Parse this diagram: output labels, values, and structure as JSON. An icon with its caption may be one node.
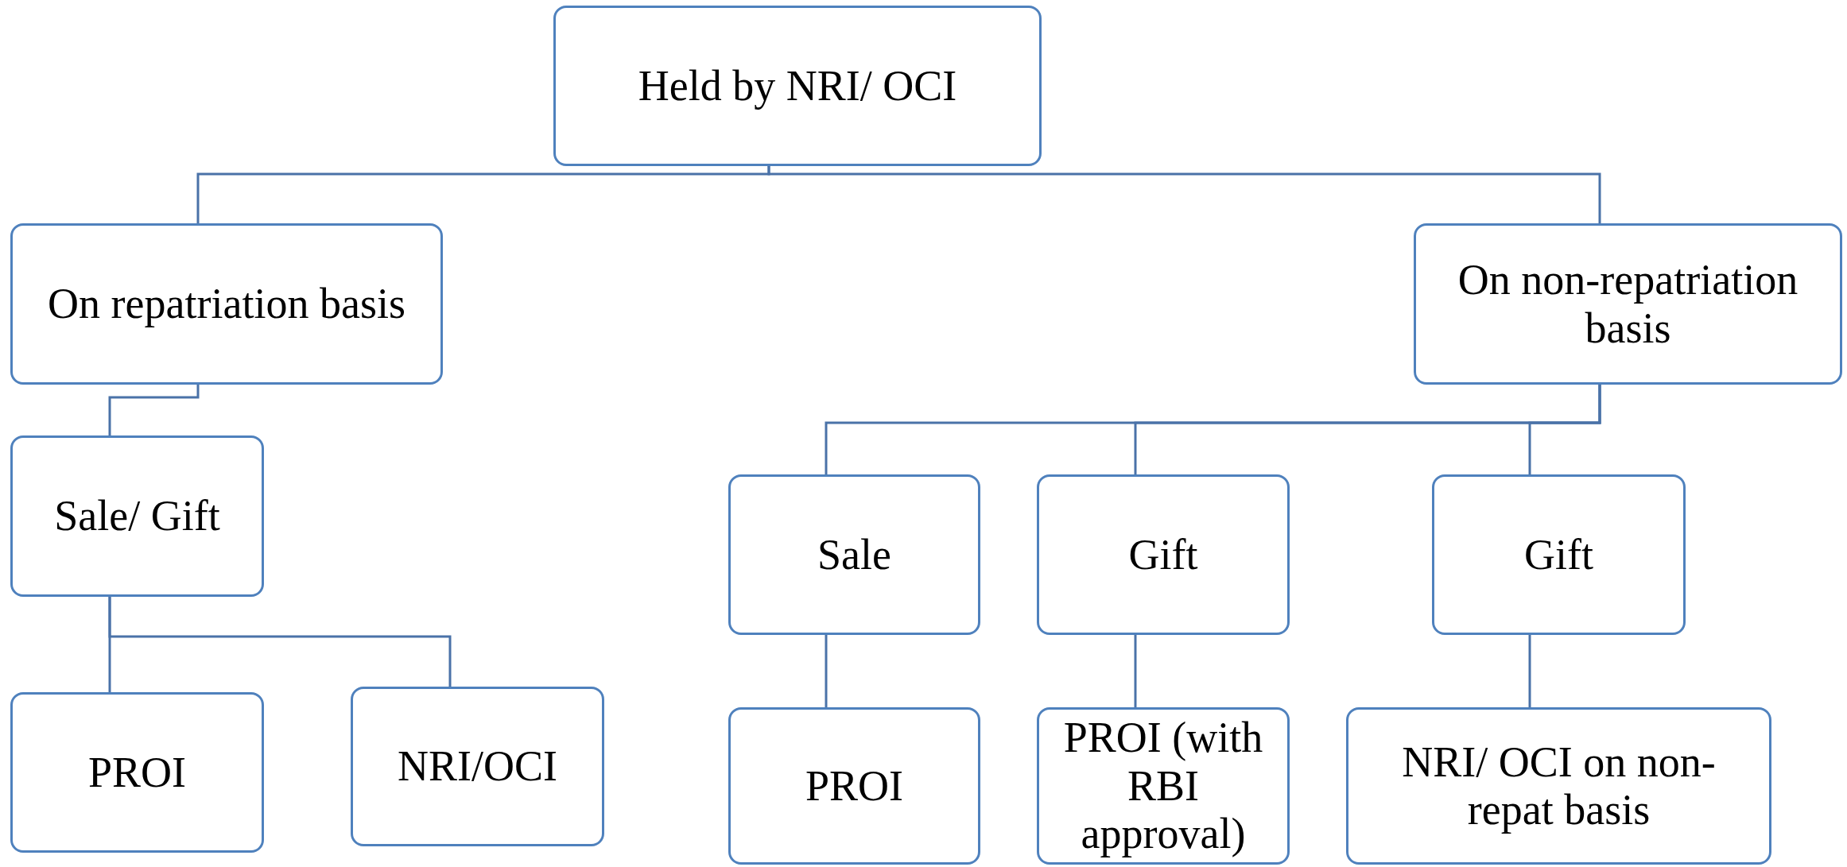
{
  "diagram": {
    "nodes": [
      {
        "text": [
          "Held by NRI/ OCI"
        ]
      },
      {
        "text": [
          "On repatriation basis"
        ]
      },
      {
        "text": [
          "On non-repatriation basis"
        ]
      },
      {
        "text": [
          "Sale/ Gift"
        ]
      },
      {
        "text": [
          "PROI"
        ]
      },
      {
        "text": [
          "NRI/OCI"
        ]
      },
      {
        "text": [
          "Sale"
        ]
      },
      {
        "text": [
          "Gift"
        ]
      },
      {
        "text": [
          "Gift"
        ]
      },
      {
        "text": [
          "PROI"
        ]
      },
      {
        "text": [
          "PROI (with RBI approval)"
        ]
      },
      {
        "text": [
          "NRI/ OCI on non-repat basis"
        ]
      }
    ],
    "edges": [
      {
        "from": 0,
        "to": 1,
        "arrow": "none"
      },
      {
        "from": 0,
        "to": 2,
        "arrow": "none"
      },
      {
        "from": 1,
        "to": 3,
        "arrow": "none"
      },
      {
        "from": 3,
        "to": 4,
        "arrow": "none"
      },
      {
        "from": 3,
        "to": 5,
        "arrow": "none"
      },
      {
        "from": 2,
        "to": 6,
        "arrow": "none"
      },
      {
        "from": 2,
        "to": 7,
        "arrow": "none"
      },
      {
        "from": 2,
        "to": 8,
        "arrow": "none"
      },
      {
        "from": 6,
        "to": 9,
        "arrow": "none"
      },
      {
        "from": 7,
        "to": 10,
        "arrow": "none"
      },
      {
        "from": 8,
        "to": 11,
        "arrow": "none"
      }
    ]
  }
}
